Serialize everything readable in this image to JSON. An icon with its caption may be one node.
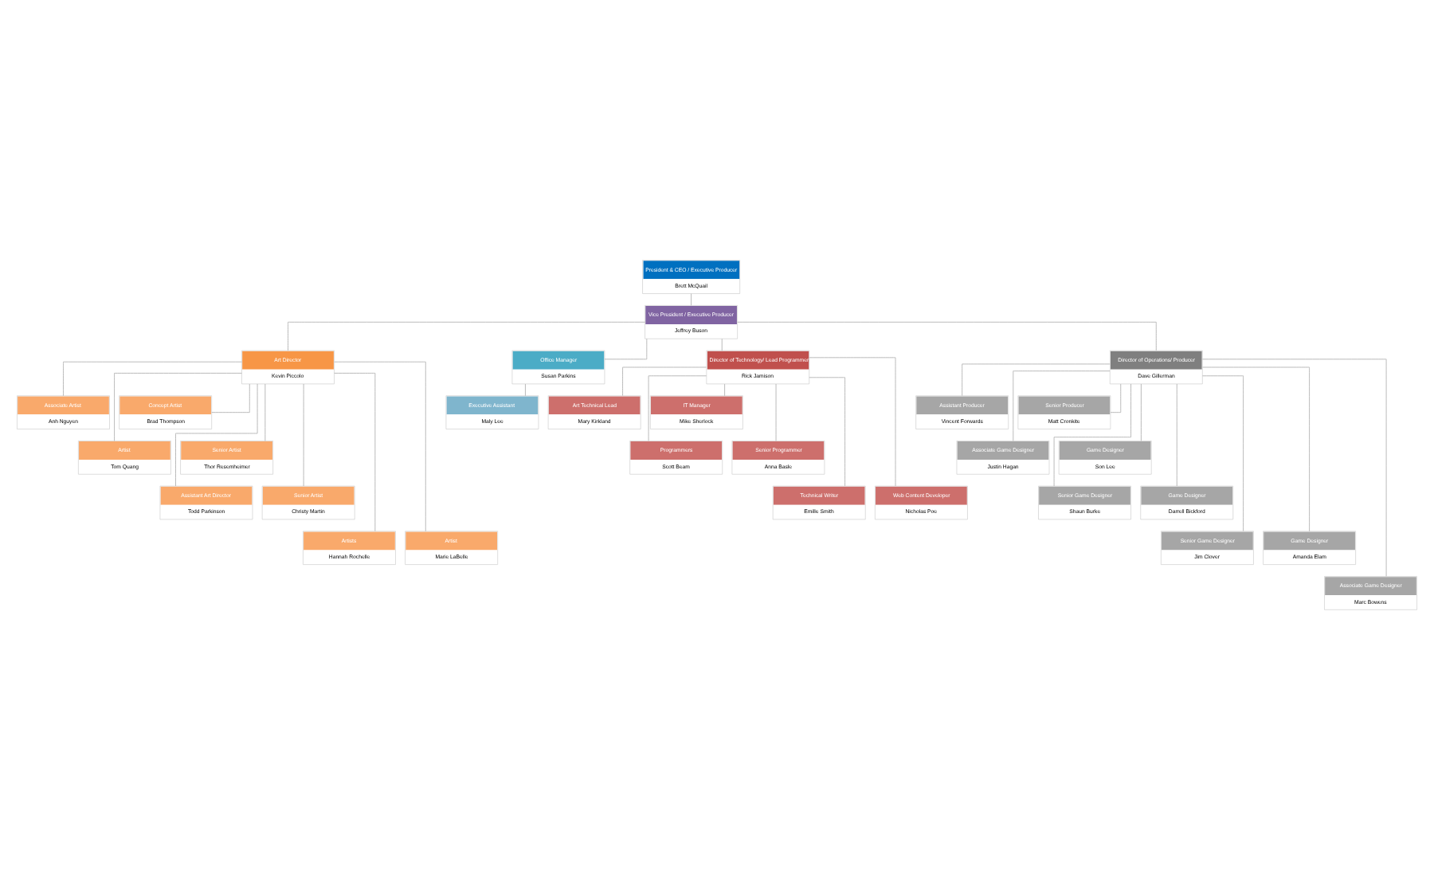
{
  "diagram": {
    "nodes": [
      {
        "text": [
          "President & CEO / Executive Producer",
          "Brett McQuail"
        ]
      },
      {
        "text": [
          "Vice President / Executive Producer",
          "Jeffrey Buson"
        ]
      },
      {
        "text": [
          "Art Director",
          "Kevin Piccolo"
        ]
      },
      {
        "text": [
          "Office Manager",
          "Susan Parkins"
        ]
      },
      {
        "text": [
          "Director of Technology/ Lead Programmer",
          "Rick Jamison"
        ]
      },
      {
        "text": [
          "Director of Operations/ Producer",
          "Dave Gillerman"
        ]
      },
      {
        "text": [
          "Associate Artist",
          "Anh Nguyen"
        ]
      },
      {
        "text": [
          "Concept Artist",
          "Brad Thompson"
        ]
      },
      {
        "text": [
          "Artist",
          "Tom Quang"
        ]
      },
      {
        "text": [
          "Senior Artist",
          "Thor Resemheimer"
        ]
      },
      {
        "text": [
          "Assistant Art Director",
          "Todd Parkinson"
        ]
      },
      {
        "text": [
          "Senior Artist",
          "Christy Martin"
        ]
      },
      {
        "text": [
          "Artists",
          "Hannah Rochelle"
        ]
      },
      {
        "text": [
          "Artist",
          "Marie LaBelle"
        ]
      },
      {
        "text": [
          "Executive Assistant",
          "Maly Lee"
        ]
      },
      {
        "text": [
          "Art Technical Lead",
          "Mary Kirkland"
        ]
      },
      {
        "text": [
          "IT Manager",
          "Mike Sherlock"
        ]
      },
      {
        "text": [
          "Programmers",
          "Scott Beam"
        ]
      },
      {
        "text": [
          "Senior Programmer",
          "Anna Basle"
        ]
      },
      {
        "text": [
          "Technical Writer",
          "Emille Smith"
        ]
      },
      {
        "text": [
          "Web Content Developer",
          "Nicholas Poe"
        ]
      },
      {
        "text": [
          "Assistant Producer",
          "Vincent Forwards"
        ]
      },
      {
        "text": [
          "Senior Producer",
          "Matt Cronkite"
        ]
      },
      {
        "text": [
          "Associate Game Designer",
          "Justin Hagan"
        ]
      },
      {
        "text": [
          "Game Designer",
          "Son Lee"
        ]
      },
      {
        "text": [
          "Senior Game Designer",
          "Shaun Burke"
        ]
      },
      {
        "text": [
          "Game Designer",
          "Darrell Bickford"
        ]
      },
      {
        "text": [
          "Senior Game Designer",
          "Jim Clover"
        ]
      },
      {
        "text": [
          "Game Designer",
          "Amanda Elam"
        ]
      },
      {
        "text": [
          "Associate Game Designer",
          "Marc Bowens"
        ]
      }
    ],
    "edges": [
      {
        "from": 0,
        "to": 1,
        "arrow": "none"
      },
      {
        "from": 1,
        "to": 2,
        "arrow": "none"
      },
      {
        "from": 1,
        "to": 3,
        "arrow": "none"
      },
      {
        "from": 1,
        "to": 4,
        "arrow": "none"
      },
      {
        "from": 1,
        "to": 5,
        "arrow": "none"
      },
      {
        "from": 2,
        "to": 6,
        "arrow": "none"
      },
      {
        "from": 2,
        "to": 7,
        "arrow": "none"
      },
      {
        "from": 2,
        "to": 8,
        "arrow": "none"
      },
      {
        "from": 2,
        "to": 9,
        "arrow": "none"
      },
      {
        "from": 2,
        "to": 10,
        "arrow": "none"
      },
      {
        "from": 2,
        "to": 11,
        "arrow": "none"
      },
      {
        "from": 2,
        "to": 12,
        "arrow": "none"
      },
      {
        "from": 2,
        "to": 13,
        "arrow": "none"
      },
      {
        "from": 3,
        "to": 14,
        "arrow": "none"
      },
      {
        "from": 4,
        "to": 15,
        "arrow": "none"
      },
      {
        "from": 4,
        "to": 16,
        "arrow": "none"
      },
      {
        "from": 4,
        "to": 17,
        "arrow": "none"
      },
      {
        "from": 4,
        "to": 18,
        "arrow": "none"
      },
      {
        "from": 4,
        "to": 19,
        "arrow": "none"
      },
      {
        "from": 4,
        "to": 20,
        "arrow": "none"
      },
      {
        "from": 5,
        "to": 21,
        "arrow": "none"
      },
      {
        "from": 5,
        "to": 22,
        "arrow": "none"
      },
      {
        "from": 5,
        "to": 23,
        "arrow": "none"
      },
      {
        "from": 5,
        "to": 24,
        "arrow": "none"
      },
      {
        "from": 5,
        "to": 25,
        "arrow": "none"
      },
      {
        "from": 5,
        "to": 26,
        "arrow": "none"
      },
      {
        "from": 5,
        "to": 27,
        "arrow": "none"
      },
      {
        "from": 5,
        "to": 28,
        "arrow": "none"
      },
      {
        "from": 5,
        "to": 29,
        "arrow": "none"
      }
    ]
  }
}
